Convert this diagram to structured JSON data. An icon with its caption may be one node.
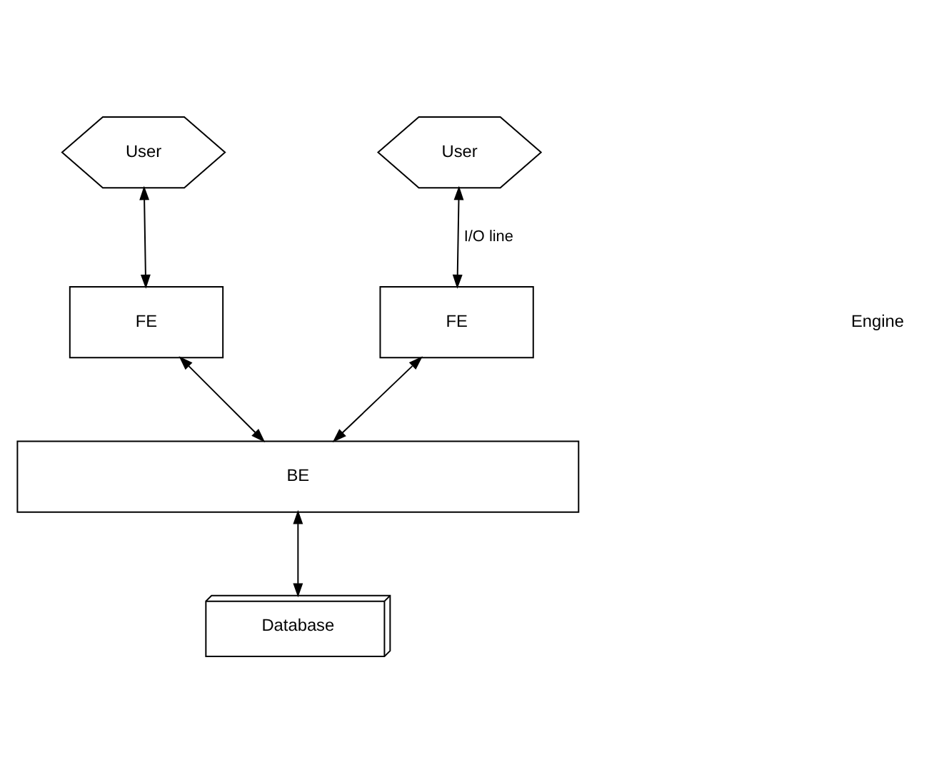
{
  "diagram": {
    "nodes": [
      {
        "text": [
          "User"
        ]
      },
      {
        "text": [
          "User"
        ]
      },
      {
        "text": [
          "FE"
        ]
      },
      {
        "text": [
          "FE"
        ]
      },
      {
        "text": [
          "BE"
        ]
      },
      {
        "text": [
          "Database"
        ]
      }
    ],
    "edges": [
      {
        "from": 0,
        "to": 2,
        "arrow": "both"
      },
      {
        "from": 1,
        "to": 3,
        "arrow": "both",
        "label": "I/O line"
      },
      {
        "from": 2,
        "to": 4,
        "arrow": "both"
      },
      {
        "from": 3,
        "to": 4,
        "arrow": "both"
      },
      {
        "from": 4,
        "to": 5,
        "arrow": "both"
      }
    ],
    "labels": [
      "Engine"
    ]
  }
}
